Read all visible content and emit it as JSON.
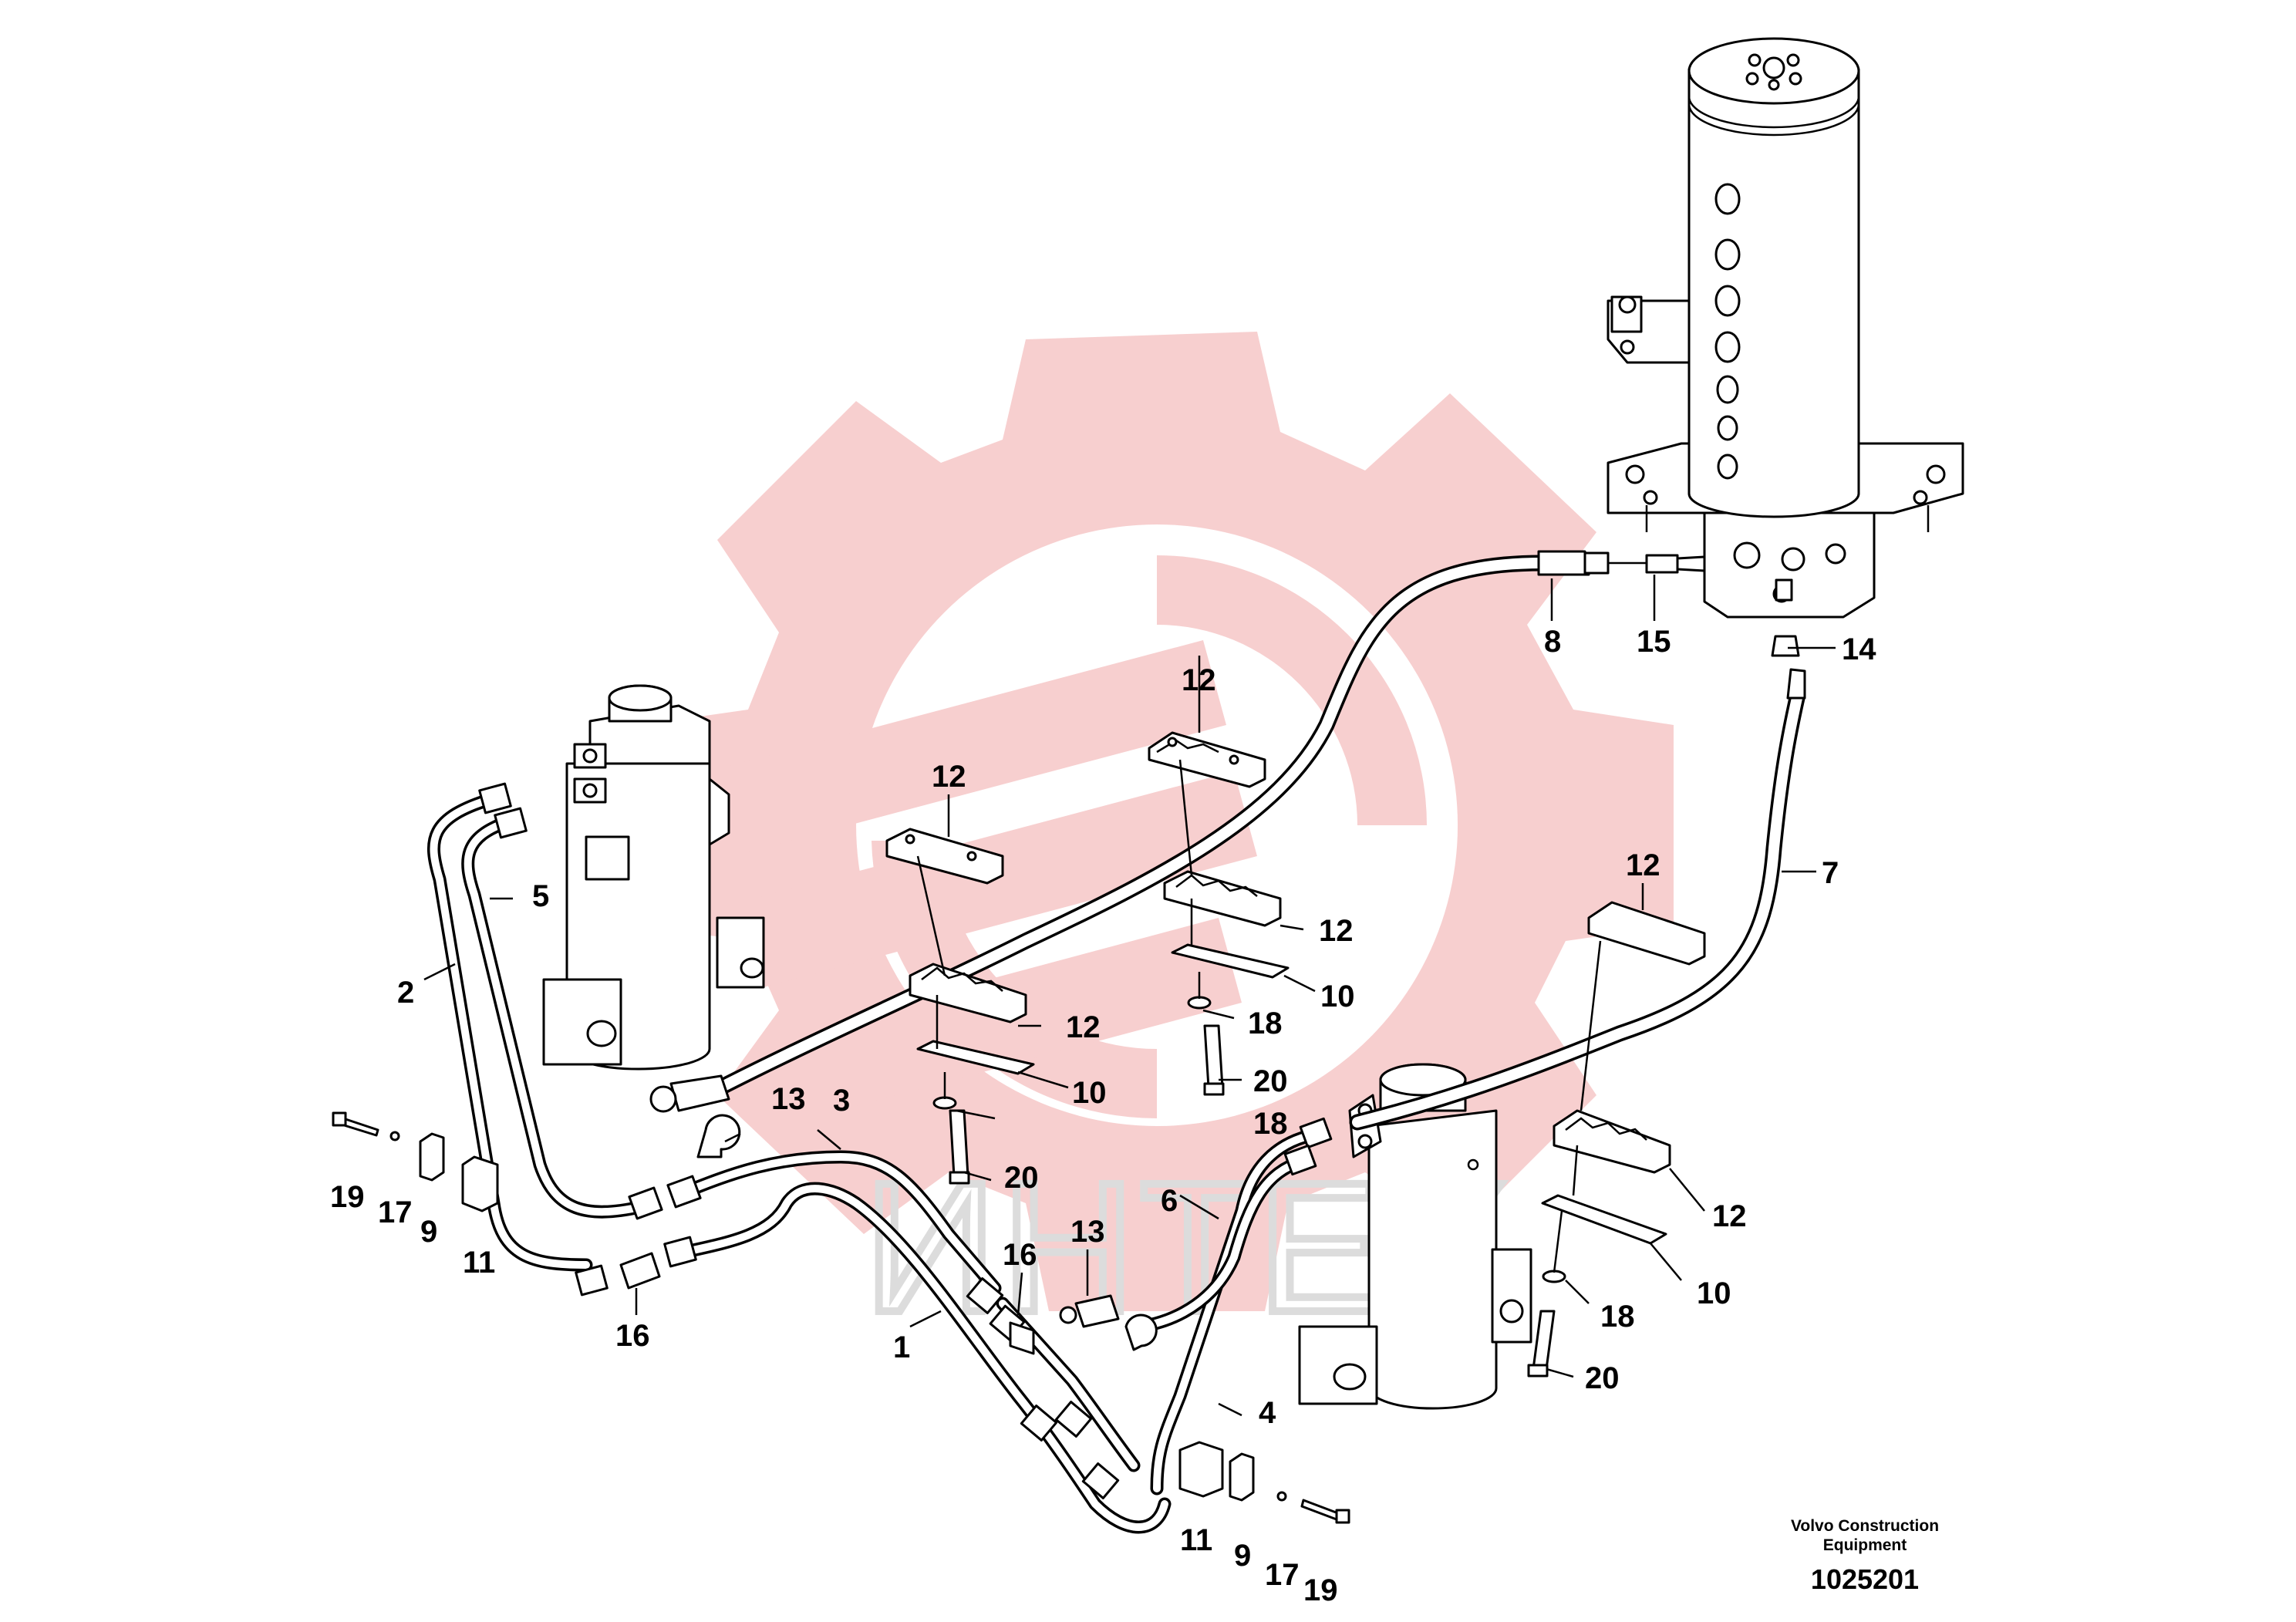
{
  "labels": {
    "p1": "1",
    "p2": "2",
    "p3": "3",
    "p4": "4",
    "p5": "5",
    "p6": "6",
    "p7": "7",
    "p8": "8",
    "p9a": "9",
    "p9b": "9",
    "p10a": "10",
    "p10b": "10",
    "p10c": "10",
    "p11a": "11",
    "p11b": "11",
    "p12a": "12",
    "p12b": "12",
    "p12c": "12",
    "p12d": "12",
    "p12e": "12",
    "p12f": "12",
    "p13a": "13",
    "p13b": "13",
    "p14": "14",
    "p15": "15",
    "p16a": "16",
    "p16b": "16",
    "p17a": "17",
    "p17b": "17",
    "p18a": "18",
    "p18b": "18",
    "p18c": "18",
    "p19a": "19",
    "p19b": "19",
    "p20a": "20",
    "p20b": "20",
    "p20c": "20"
  },
  "credit": {
    "line1": "Volvo Construction",
    "line2": "Equipment",
    "doc_number": "1025201"
  },
  "watermark": {
    "text": "ИНТЕХ",
    "gear_color": "#f7cfcf"
  }
}
